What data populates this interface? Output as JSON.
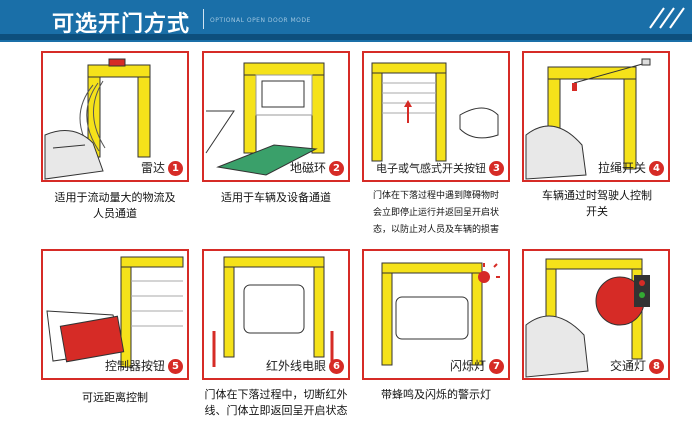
{
  "header": {
    "title": "可选开门方式",
    "subtitle": "OPTIONAL OPEN DOOR MODE"
  },
  "panels": [
    {
      "label": "雷达",
      "num": "1",
      "desc": [
        "适用于流动量大的物流及",
        "人员通道"
      ],
      "icon": "radar-icon"
    },
    {
      "label": "地磁环",
      "num": "2",
      "desc": [
        "适用于车辆及设备通道"
      ],
      "icon": "magnetic-loop-icon"
    },
    {
      "label": "电子或气感式开关按钮",
      "num": "3",
      "desc": [
        "门体在下落过程中遇到障碍物时",
        "会立即停止运行并返回呈开启状",
        "态，以防止对人员及车辆的损害"
      ],
      "icon": "hand-sensor-icon"
    },
    {
      "label": "拉绳开关",
      "num": "4",
      "desc": [
        "车辆通过时驾驶人控制",
        "开关"
      ],
      "icon": "pull-rope-icon"
    },
    {
      "label": "控制器按钮",
      "num": "5",
      "desc": [
        "可远距离控制"
      ],
      "icon": "remote-control-icon"
    },
    {
      "label": "红外线电眼",
      "num": "6",
      "desc": [
        "门体在下落过程中，切断红外",
        "线、门体立即返回呈开启状态"
      ],
      "icon": "infrared-eye-icon"
    },
    {
      "label": "闪烁灯",
      "num": "7",
      "desc": [
        "带蜂鸣及闪烁的警示灯"
      ],
      "icon": "flash-light-icon"
    },
    {
      "label": "交通灯",
      "num": "8",
      "desc": [],
      "icon": "traffic-light-icon"
    }
  ],
  "colors": {
    "header": "#1a6fa8",
    "border": "#d62b26",
    "frame": "#f5e21a"
  }
}
